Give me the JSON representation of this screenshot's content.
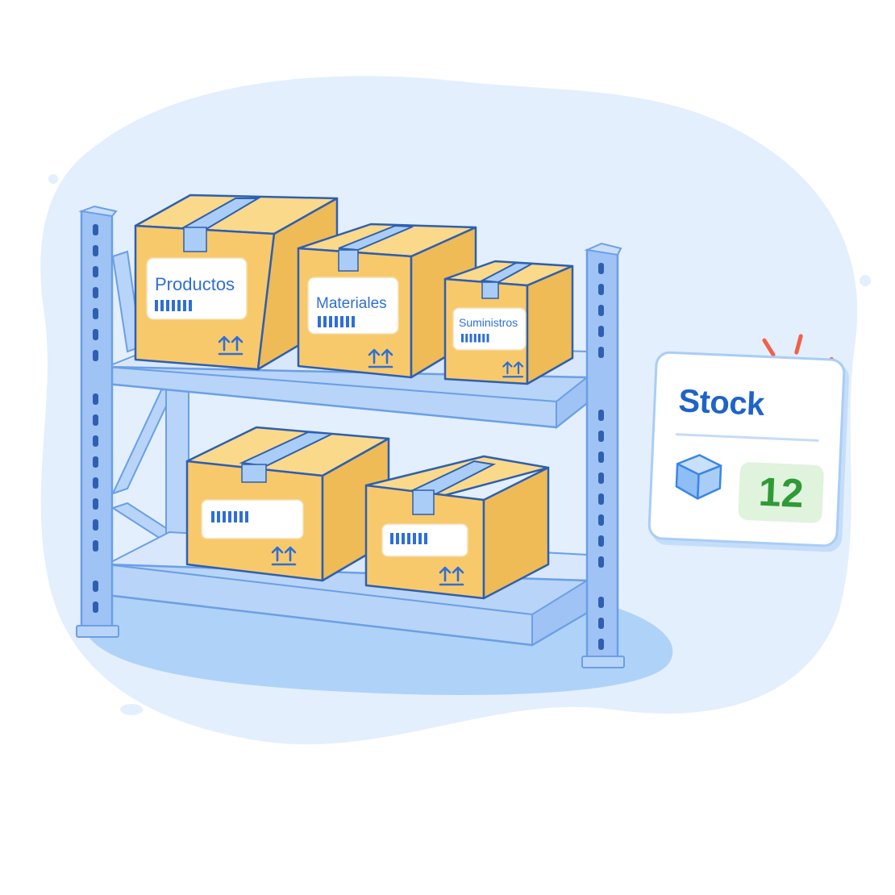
{
  "boxes": {
    "top_left_label": "Productos",
    "top_middle_label": "Materiales",
    "top_right_label": "Suministros"
  },
  "stock_card": {
    "title": "Stock",
    "count": "12"
  },
  "colors": {
    "box_fill": "#f8c96b",
    "box_side": "#eebb57",
    "box_top": "#fbd98a",
    "tape": "#a9cdf6",
    "rack": "#9fc3f4",
    "rack_outline": "#6b9fe6",
    "shelf": "#c9def9",
    "background_blob": "#e3effd",
    "floor_shadow": "#a6ccf7",
    "accent_blue": "#1e63c9",
    "count_green": "#2f9a36",
    "count_bg": "#dff3dd",
    "alert_red": "#f0614a"
  },
  "icons": [
    "barcode-icon",
    "this-side-up-icon",
    "cube-icon",
    "alert-mark"
  ]
}
